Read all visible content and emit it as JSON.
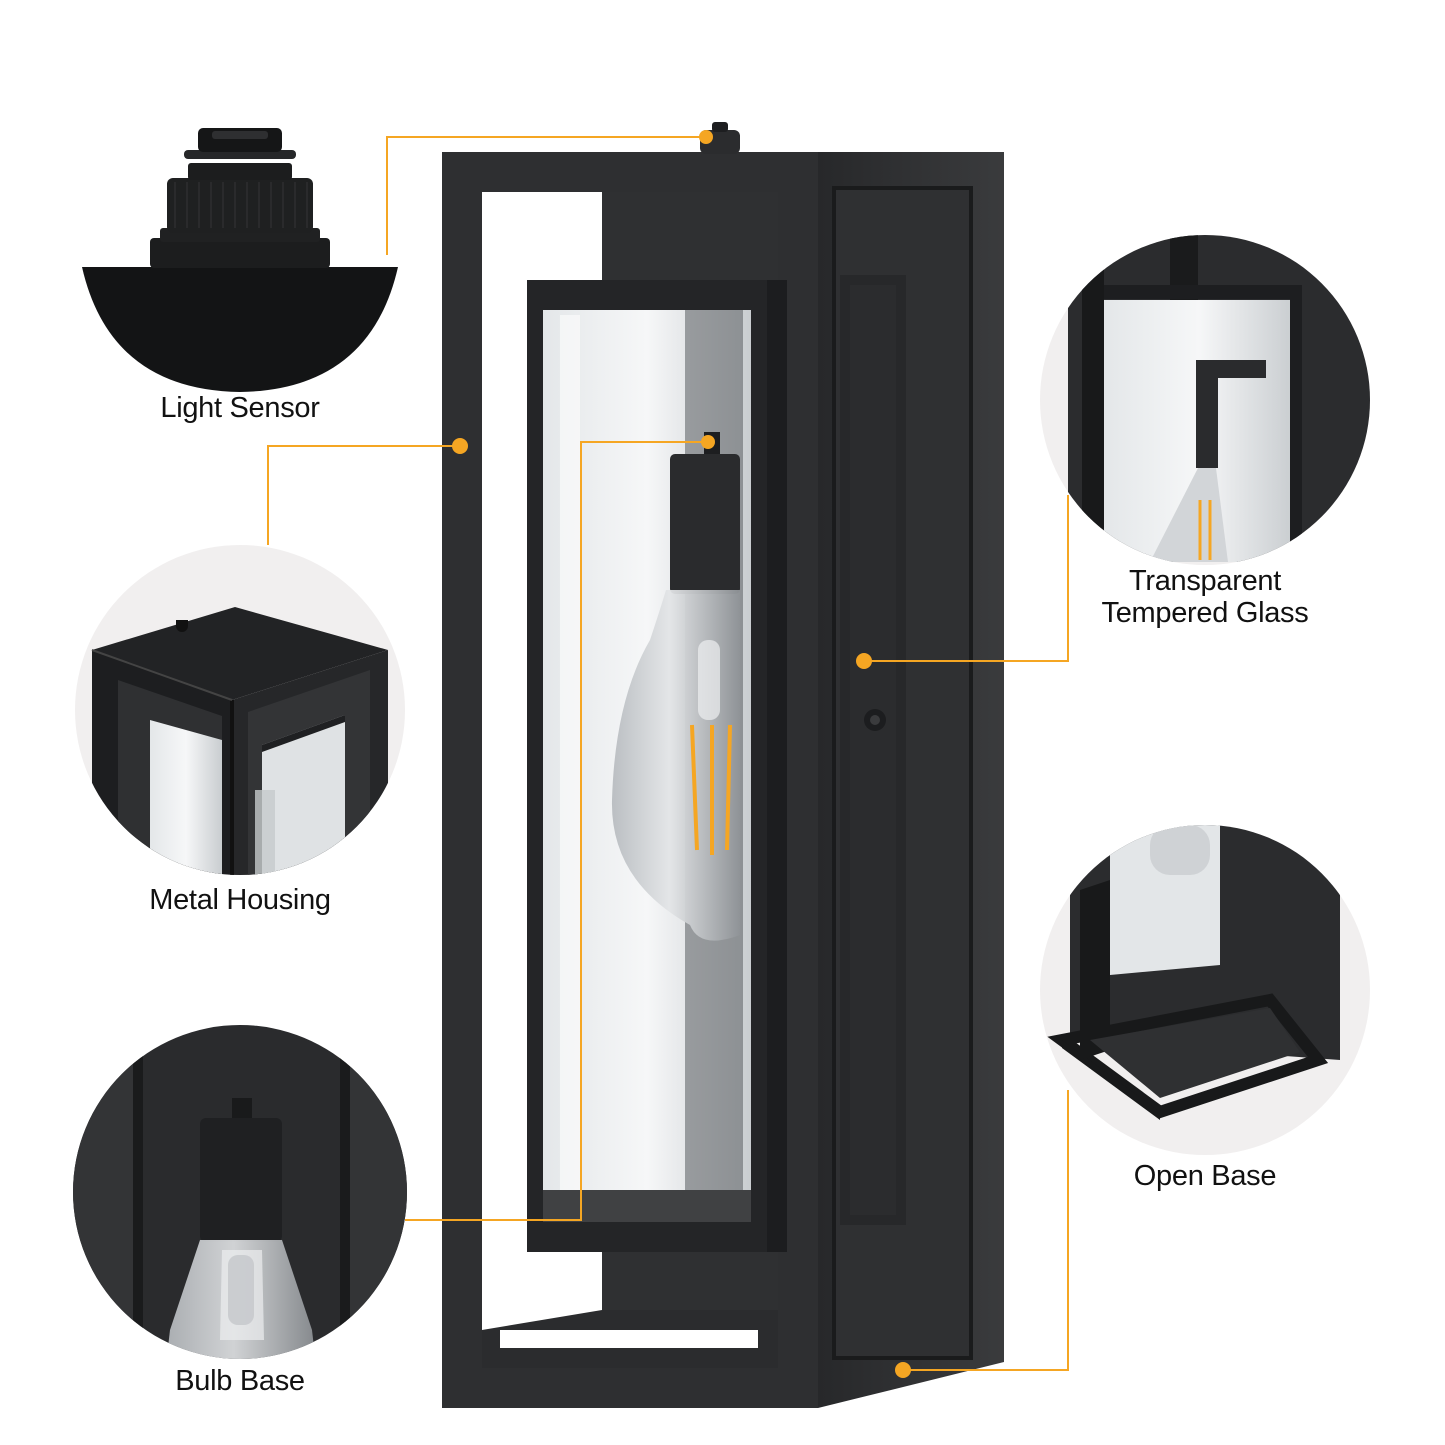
{
  "features": {
    "light_sensor": {
      "label": "Light Sensor"
    },
    "metal_housing": {
      "label": "Metal Housing"
    },
    "bulb_base": {
      "label": "Bulb Base"
    },
    "glass": {
      "line1": "Transparent",
      "line2": "Tempered Glass"
    },
    "open_base": {
      "label": "Open Base"
    }
  },
  "colors": {
    "accent": "#F5A623",
    "fixture": "#2b2c2e",
    "fixture_dark": "#1a1b1c",
    "circle_bg": "#f1efef",
    "glass": "#cfd3d6"
  }
}
